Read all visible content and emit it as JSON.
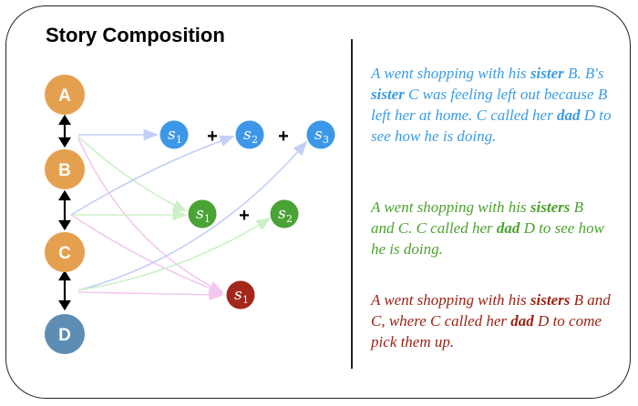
{
  "title": "Story Composition",
  "nodes": {
    "A": "A",
    "B": "B",
    "C": "C",
    "D": "D"
  },
  "sentence_label": "s",
  "plus": "+",
  "colors": {
    "node_orange": "#e5a04f",
    "node_blue": "#5e8db3",
    "blue": "#3d97e8",
    "green": "#4aa335",
    "red": "#a3271b"
  },
  "stories": {
    "blue": [
      {
        "t": "A went shopping with his "
      },
      {
        "t": "sister",
        "b": true
      },
      {
        "t": " B. B's "
      },
      {
        "t": "sister",
        "b": true
      },
      {
        "t": " C was feeling left out because B left her at home. C called her "
      },
      {
        "t": "dad",
        "b": true
      },
      {
        "t": " D to see how he is doing."
      }
    ],
    "green": [
      {
        "t": "A went shopping with his "
      },
      {
        "t": "sisters",
        "b": true
      },
      {
        "t": " B and C. C called her "
      },
      {
        "t": "dad",
        "b": true
      },
      {
        "t": " D to see how he is doing."
      }
    ],
    "red": [
      {
        "t": "A went shopping with his "
      },
      {
        "t": "sisters",
        "b": true
      },
      {
        "t": " B and C, where C called her "
      },
      {
        "t": "dad",
        "b": true
      },
      {
        "t": " D to come pick them up."
      }
    ]
  }
}
